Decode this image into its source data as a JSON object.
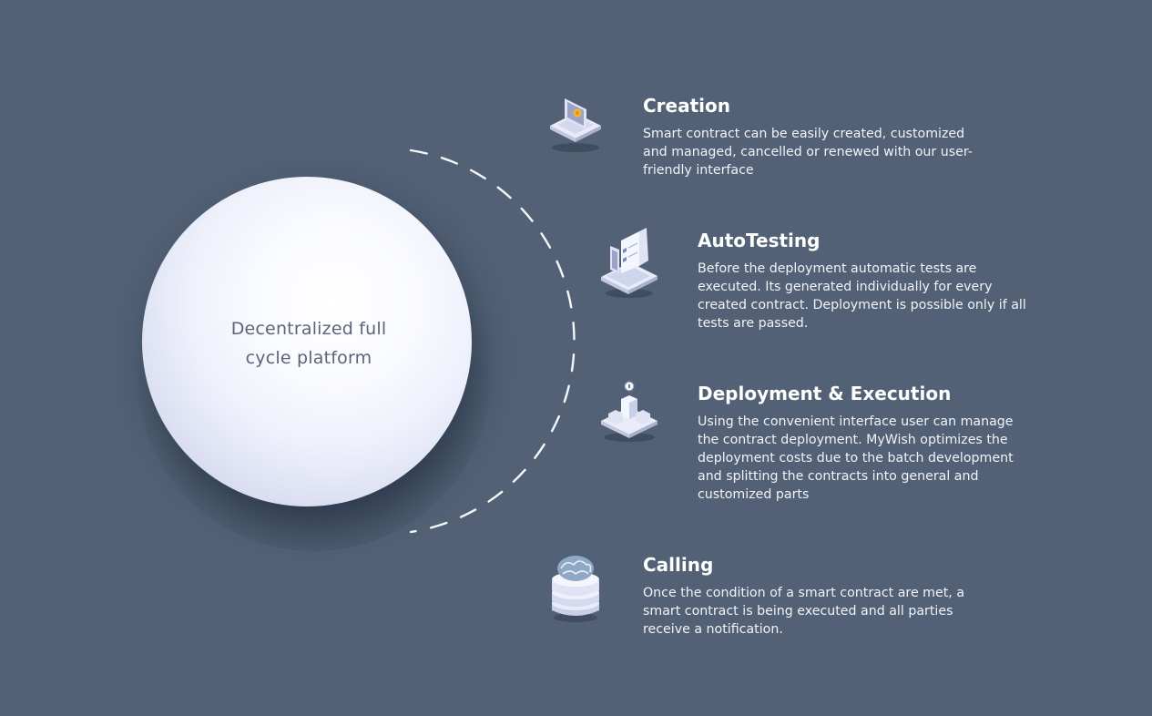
{
  "center": {
    "label": "Decentralized full cycle platform"
  },
  "steps": [
    {
      "icon": "laptop-coin-icon",
      "title": "Creation",
      "description": "Smart contract can be easily created, customized and managed, cancelled or renewed with our user-friendly interface"
    },
    {
      "icon": "laptop-checklist-icon",
      "title": "AutoTesting",
      "description": "Before the deployment automatic tests are executed. Its generated individually for every created contract. Deployment is possible only if all tests are passed."
    },
    {
      "icon": "deployment-blocks-icon",
      "title": "Deployment & Execution",
      "description": "Using the convenient interface user can manage the contract deployment. MyWish optimizes the deployment costs due to the batch development and splitting the contracts into general and customized parts"
    },
    {
      "icon": "brain-server-icon",
      "title": "Calling",
      "description": "Once the condition of a smart contract are met, a smart contract is being executed and all parties receive a notification."
    }
  ],
  "colors": {
    "background": "#526175",
    "sphere": "#eef0fb",
    "text": "#ffffff",
    "sphere_text": "#5b6478"
  }
}
